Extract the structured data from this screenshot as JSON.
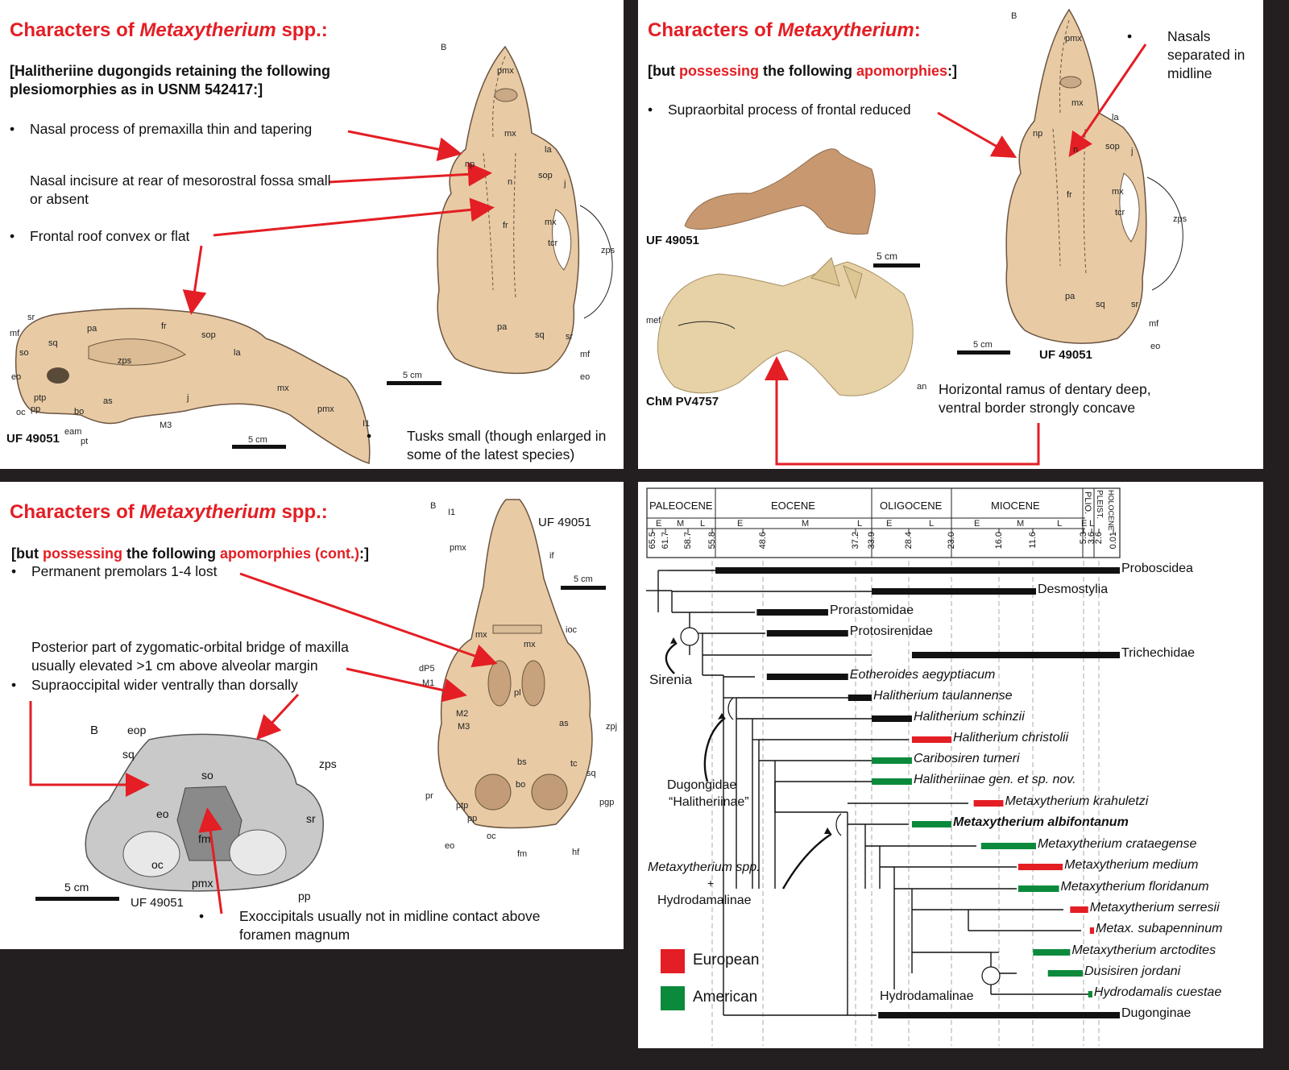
{
  "panel1": {
    "title_pre": "Characters of ",
    "title_genus": "Metaxytherium",
    "title_post": " spp.:",
    "subtitle": "[Halitheriine dugongids retaining the following plesiomorphies as in USNM 542417:]",
    "bullets": [
      "Nasal process of premaxilla thin and tapering",
      "Nasal incisure at rear of mesorostral fossa small or absent",
      "Frontal roof convex or flat",
      "Tusks small (though enlarged in some of the latest species)"
    ],
    "specimen": "UF 49051",
    "figure_letter": "B",
    "scale_label": "5 cm",
    "skull_labels": [
      "pmx",
      "mx",
      "np",
      "la",
      "n",
      "sop",
      "j",
      "fr",
      "mx",
      "tcr",
      "zps",
      "pa",
      "sq",
      "sr",
      "mf",
      "eo"
    ],
    "lateral_labels": [
      "sr",
      "mf",
      "so",
      "sq",
      "pa",
      "fr",
      "sop",
      "la",
      "zps",
      "eo",
      "ptp",
      "pp",
      "oc",
      "bo",
      "eam",
      "pt",
      "as",
      "M3",
      "j",
      "mx",
      "pmx",
      "I1"
    ]
  },
  "panel2": {
    "title_pre": "Characters of ",
    "title_genus": "Metaxytherium",
    "title_post": ":",
    "subtitle_pre": "[but ",
    "subtitle_red1": "possessing",
    "subtitle_mid": " the following ",
    "subtitle_red2": "apomorphies",
    "subtitle_post": ":]",
    "bullets": [
      "Supraorbital process of frontal reduced",
      "Nasals separated in midline",
      "Horizontal ramus of dentary deep, ventral border strongly concave"
    ],
    "specimens": [
      "UF 49051",
      "ChM PV4757",
      "UF 49051"
    ],
    "figure_letter": "B",
    "scale_label": "5 cm",
    "labels": [
      "mef",
      "an",
      "pmx",
      "mx",
      "la",
      "np",
      "n",
      "sop",
      "j",
      "fr",
      "mx",
      "tcr",
      "zps",
      "pa",
      "sq",
      "sr",
      "mf",
      "eo"
    ]
  },
  "panel3": {
    "title_pre": "Characters of ",
    "title_genus": "Metaxytherium",
    "title_post": " spp.:",
    "subtitle_pre": "[but ",
    "subtitle_red1": "possessing",
    "subtitle_mid": " the following ",
    "subtitle_red2": "apomorphies (cont.)",
    "subtitle_post": ":]",
    "bullets": [
      "Permanent premolars 1-4 lost",
      "Posterior part of zygomatic-orbital bridge of maxilla usually elevated >1 cm above alveolar margin",
      "Supraoccipital wider ventrally than dorsally",
      "Exoccipitals usually not in midline contact above foramen magnum"
    ],
    "specimen": "UF 49051",
    "figure_letter": "B",
    "scale_label": "5 cm",
    "occ_labels": [
      "eop",
      "sq",
      "zps",
      "so",
      "sr",
      "eo",
      "fm",
      "oc",
      "pmx",
      "pp"
    ],
    "ventral_labels": [
      "I1",
      "pmx",
      "if",
      "ioc",
      "mx",
      "mx",
      "dP5",
      "M1",
      "M2",
      "M3",
      "pl",
      "as",
      "zpj",
      "bs",
      "tc",
      "pr",
      "sq",
      "pgp",
      "ptp",
      "bo",
      "pp",
      "eo",
      "oc",
      "fm",
      "hf"
    ]
  },
  "chart_data": {
    "type": "phylogeny",
    "epochs": [
      "PALEOCENE",
      "EOCENE",
      "OLIGOCENE",
      "MIOCENE",
      "PLIO.",
      "PLEIST.",
      "HOLOCENE"
    ],
    "sub_epochs": [
      "E",
      "M",
      "L",
      "E",
      "M",
      "L",
      "E",
      "L",
      "E",
      "M",
      "L",
      "E",
      "L"
    ],
    "time_ticks": [
      "65.5",
      "61.7",
      "58.7",
      "55.8",
      "48.6",
      "37.2",
      "33.9",
      "28.4",
      "23.0",
      "16.0",
      "11.6",
      "5.3",
      "2.6",
      "3.6",
      "0.01"
    ],
    "taxa": [
      {
        "name": "Proboscidea",
        "start": 55.8,
        "end": 0.01,
        "color": "black"
      },
      {
        "name": "Desmostylia",
        "start": 33.9,
        "end": 11.6,
        "color": "black"
      },
      {
        "name": "Prorastomidae",
        "start": 50,
        "end": 40,
        "color": "black"
      },
      {
        "name": "Protosirenidae",
        "start": 48.6,
        "end": 37.2,
        "color": "black"
      },
      {
        "name": "Trichechidae",
        "start": 28.4,
        "end": 0.01,
        "color": "black"
      },
      {
        "name": "Eotheroides aegyptiacum",
        "start": 48.6,
        "end": 37.2,
        "color": "black"
      },
      {
        "name": "Halitherium taulannense",
        "start": 37.2,
        "end": 33.9,
        "color": "black"
      },
      {
        "name": "Halitherium schinzii",
        "start": 33.9,
        "end": 28.4,
        "color": "black"
      },
      {
        "name": "Halitherium christolii",
        "start": 28.4,
        "end": 23.0,
        "color": "red"
      },
      {
        "name": "Caribosiren turneri",
        "start": 33.9,
        "end": 28.4,
        "color": "green"
      },
      {
        "name": "Halitheriinae gen. et sp. nov.",
        "start": 33.9,
        "end": 28.4,
        "color": "green"
      },
      {
        "name": "Metaxytherium krahuletzi",
        "start": 20,
        "end": 16,
        "color": "red"
      },
      {
        "name": "Metaxytherium albifontanum",
        "start": 28.4,
        "end": 23.0,
        "color": "green",
        "bold": true
      },
      {
        "name": "Metaxytherium crataegense",
        "start": 19,
        "end": 11.6,
        "color": "green"
      },
      {
        "name": "Metaxytherium medium",
        "start": 14,
        "end": 8,
        "color": "red"
      },
      {
        "name": "Metaxytherium floridanum",
        "start": 14,
        "end": 8.5,
        "color": "green"
      },
      {
        "name": "Metaxytherium serresii",
        "start": 7,
        "end": 4,
        "color": "red"
      },
      {
        "name": "Metax. subapenninum",
        "start": 3.6,
        "end": 2.6,
        "color": "red"
      },
      {
        "name": "Metaxytherium arctodites",
        "start": 12,
        "end": 7,
        "color": "green"
      },
      {
        "name": "Dusisiren jordani",
        "start": 10,
        "end": 5.3,
        "color": "green"
      },
      {
        "name": "Hydrodamalis cuestae",
        "start": 4,
        "end": 3,
        "color": "green"
      },
      {
        "name": "Dugonginae",
        "start": 33,
        "end": 0.01,
        "color": "black"
      }
    ],
    "clade_labels": [
      "Sirenia",
      "Dugongidae",
      "“Halitheriinae”",
      "Metaxytherium spp.",
      "+",
      "Hydrodamalinae",
      "Hydrodamalinae"
    ],
    "legend": [
      {
        "label": "European",
        "color": "#e31e24"
      },
      {
        "label": "American",
        "color": "#0b8a3c"
      }
    ]
  }
}
